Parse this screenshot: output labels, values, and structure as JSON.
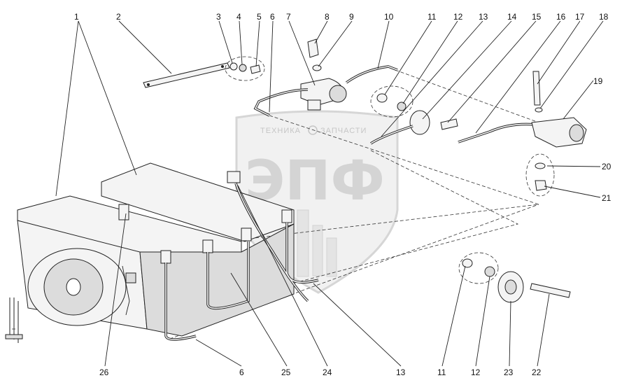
{
  "watermark": {
    "line1": "ТЕХНИКА",
    "line2": "ЗАПЧАСТИ",
    "logo_text": "ЭПФ"
  },
  "callouts": {
    "n1": "1",
    "n2": "2",
    "n3": "3",
    "n4": "4",
    "n5": "5",
    "n6": "6",
    "n7": "7",
    "n8": "8",
    "n9": "9",
    "n10": "10",
    "n11": "11",
    "n12": "12",
    "n13": "13",
    "n14": "14",
    "n15": "15",
    "n16": "16",
    "n17": "17",
    "n18": "18",
    "n19": "19",
    "n20": "20",
    "n21": "21",
    "b6": "6",
    "b11": "11",
    "b12": "12",
    "b13": "13",
    "b22": "22",
    "b23": "23",
    "b24": "24",
    "b25": "25",
    "b26": "26"
  },
  "colors": {
    "line": "#222222",
    "watermark": "#d4d4d4",
    "part_fill": "#f4f4f4"
  }
}
